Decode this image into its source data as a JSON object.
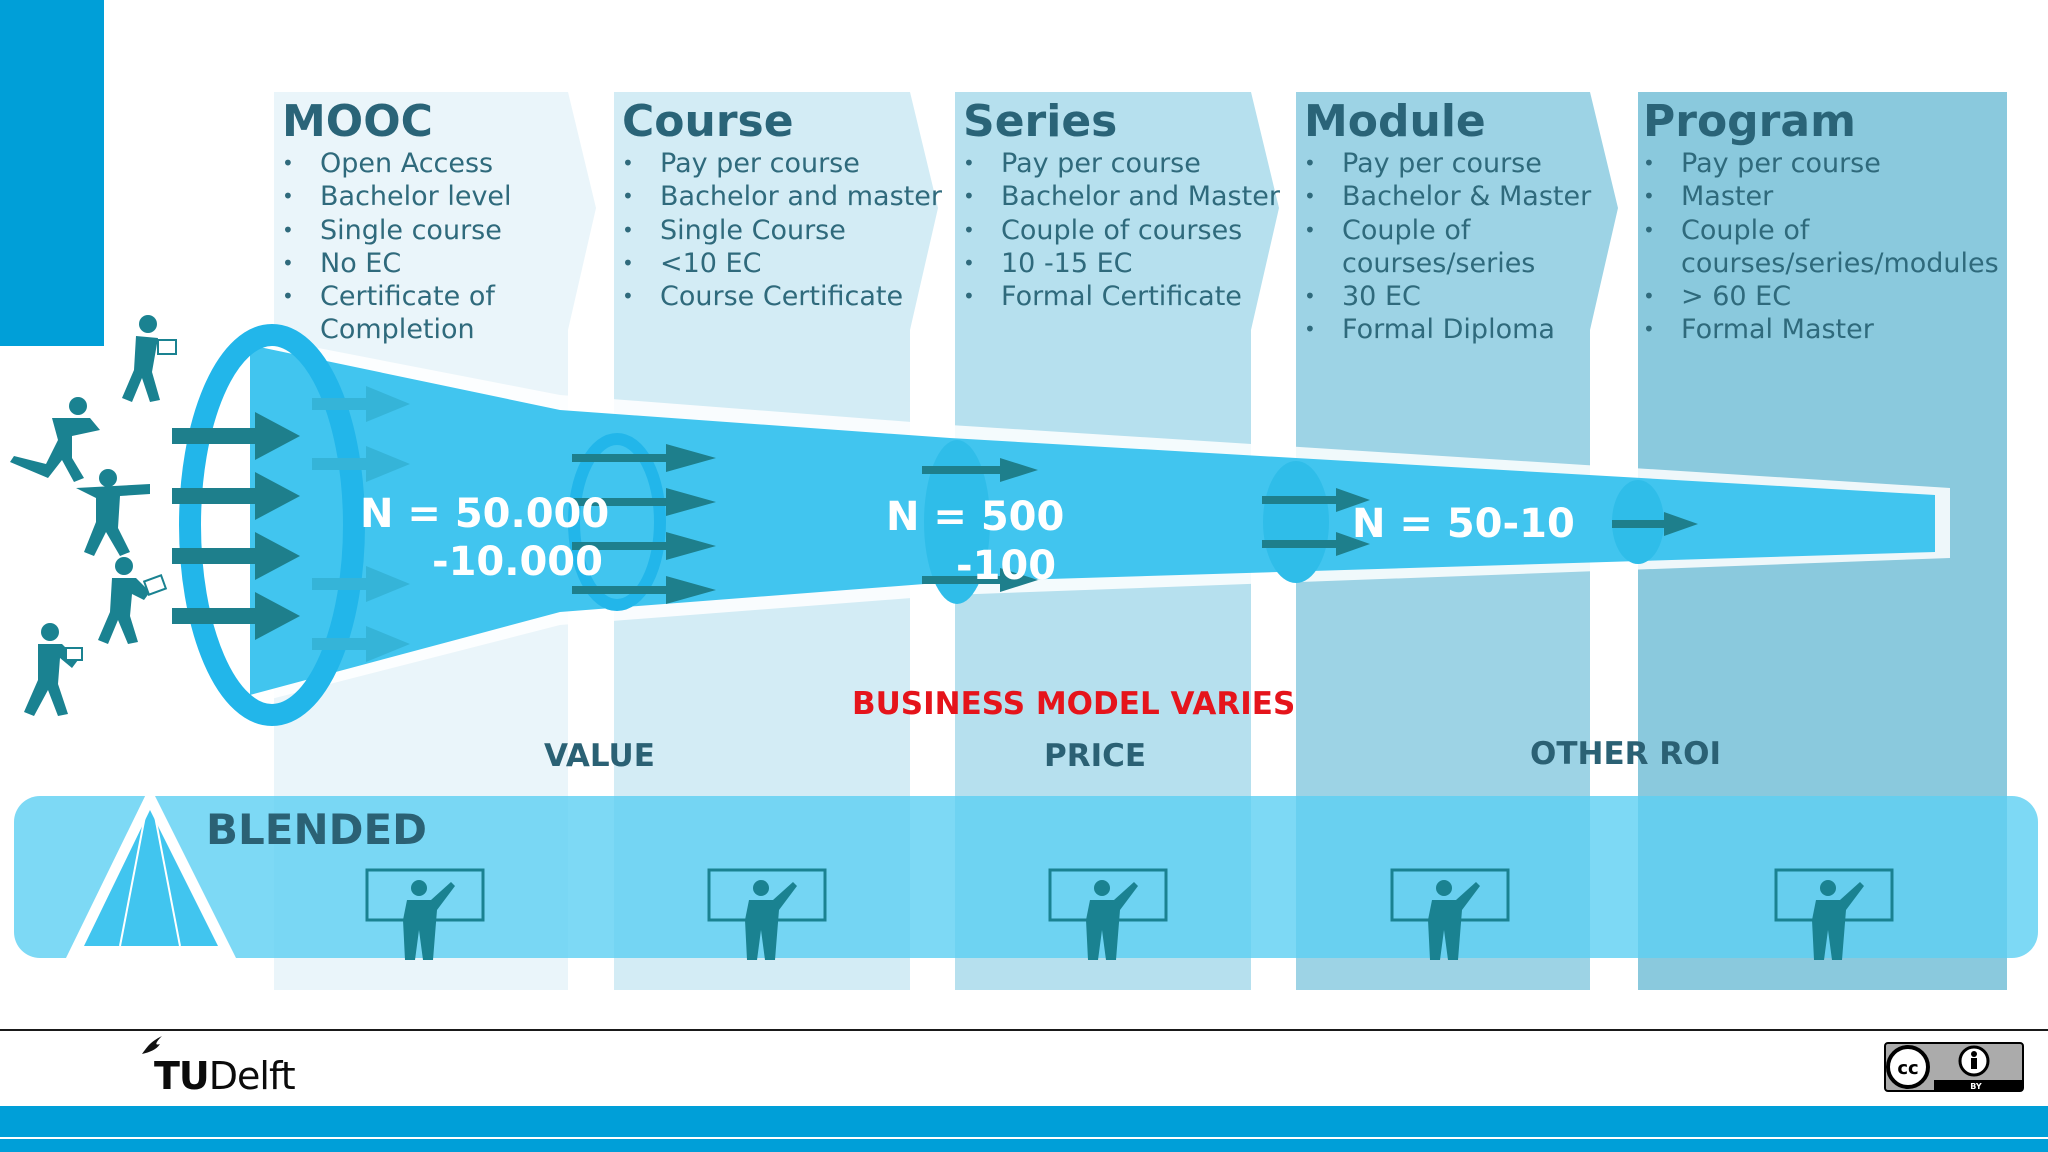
{
  "columns": [
    {
      "title": "MOOC",
      "items": [
        "Open Access",
        "Bachelor level",
        "Single course",
        "No EC",
        "Certificate of Completion"
      ]
    },
    {
      "title": "Course",
      "items": [
        "Pay per course",
        "Bachelor and master",
        "Single Course",
        "<10 EC",
        "Course Certificate"
      ]
    },
    {
      "title": "Series",
      "items": [
        "Pay per course",
        "Bachelor and Master",
        "Couple of courses",
        "10 -15 EC",
        "Formal Certificate"
      ]
    },
    {
      "title": "Module",
      "items": [
        "Pay per course",
        "Bachelor & Master",
        "Couple of courses/series",
        "30 EC",
        "Formal Diploma"
      ]
    },
    {
      "title": "Program",
      "items": [
        "Pay per course",
        "Master",
        "Couple of courses/series/modules",
        "> 60 EC",
        "Formal Master"
      ]
    }
  ],
  "funnel": {
    "n1": {
      "line1": "N = 50.000",
      "line2": "-10.000"
    },
    "n2": {
      "line1": "N = 500",
      "line2": "-100"
    },
    "n3": {
      "line1": "N = 50-10"
    }
  },
  "business_model": "BUSINESS MODEL VARIES",
  "roi_labels": {
    "value": "VALUE",
    "price": "PRICE",
    "other": "OTHER ROI"
  },
  "blended": "BLENDED",
  "footer": {
    "logo_tu": "TU",
    "logo_delft": "Delft",
    "license_icon": "cc-by-icon"
  },
  "colors": {
    "accent_blue": "#009fd8",
    "funnel_blue": "#41c5ef",
    "title_text": "#2a6478",
    "red": "#e5141b"
  }
}
